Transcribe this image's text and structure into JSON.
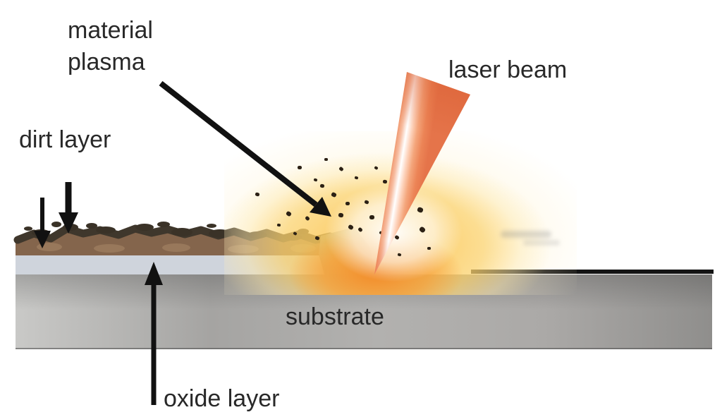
{
  "diagram": {
    "labels": {
      "material_plasma": {
        "line1": "material",
        "line2": "plasma"
      },
      "laser_beam": "laser beam",
      "dirt_layer": "dirt layer",
      "substrate": "substrate",
      "oxide_layer": "oxide layer"
    },
    "colors": {
      "background": "#ffffff",
      "label_text": "#282828",
      "arrow": "#111111",
      "laser_beam_edge": "#e5744a",
      "laser_beam_core": "#ffffff",
      "glow_orange": "#f38c28",
      "glow_yellow": "#fbcf5e",
      "dirt_dark": "#3a3227",
      "dirt_brown": "#84654c",
      "oxide_layer": "#cfd4dc",
      "substrate_gray": "#a5a4a2",
      "clean_surface_line": "#141414",
      "particle": "#2c2115"
    },
    "particles": [
      [
        365,
        276,
        6,
        15
      ],
      [
        409,
        303,
        7,
        30
      ],
      [
        425,
        238,
        6,
        0
      ],
      [
        436,
        310,
        6,
        45
      ],
      [
        447,
        255,
        5,
        20
      ],
      [
        457,
        264,
        6,
        10
      ],
      [
        462,
        226,
        5,
        0
      ],
      [
        473,
        276,
        7,
        25
      ],
      [
        484,
        240,
        6,
        40
      ],
      [
        483,
        305,
        7,
        10
      ],
      [
        493,
        289,
        6,
        0
      ],
      [
        497,
        322,
        7,
        30
      ],
      [
        505,
        252,
        5,
        15
      ],
      [
        511,
        326,
        6,
        45
      ],
      [
        520,
        287,
        6,
        20
      ],
      [
        527,
        308,
        7,
        0
      ],
      [
        533,
        238,
        5,
        30
      ],
      [
        546,
        258,
        6,
        10
      ],
      [
        540,
        330,
        5,
        25
      ],
      [
        548,
        340,
        5,
        0
      ],
      [
        563,
        337,
        6,
        35
      ],
      [
        566,
        361,
        5,
        15
      ],
      [
        596,
        298,
        8,
        20
      ],
      [
        599,
        326,
        8,
        40
      ],
      [
        608,
        352,
        5,
        0
      ],
      [
        418,
        331,
        5,
        30
      ],
      [
        395,
        319,
        5,
        10
      ],
      [
        450,
        338,
        6,
        20
      ]
    ]
  }
}
